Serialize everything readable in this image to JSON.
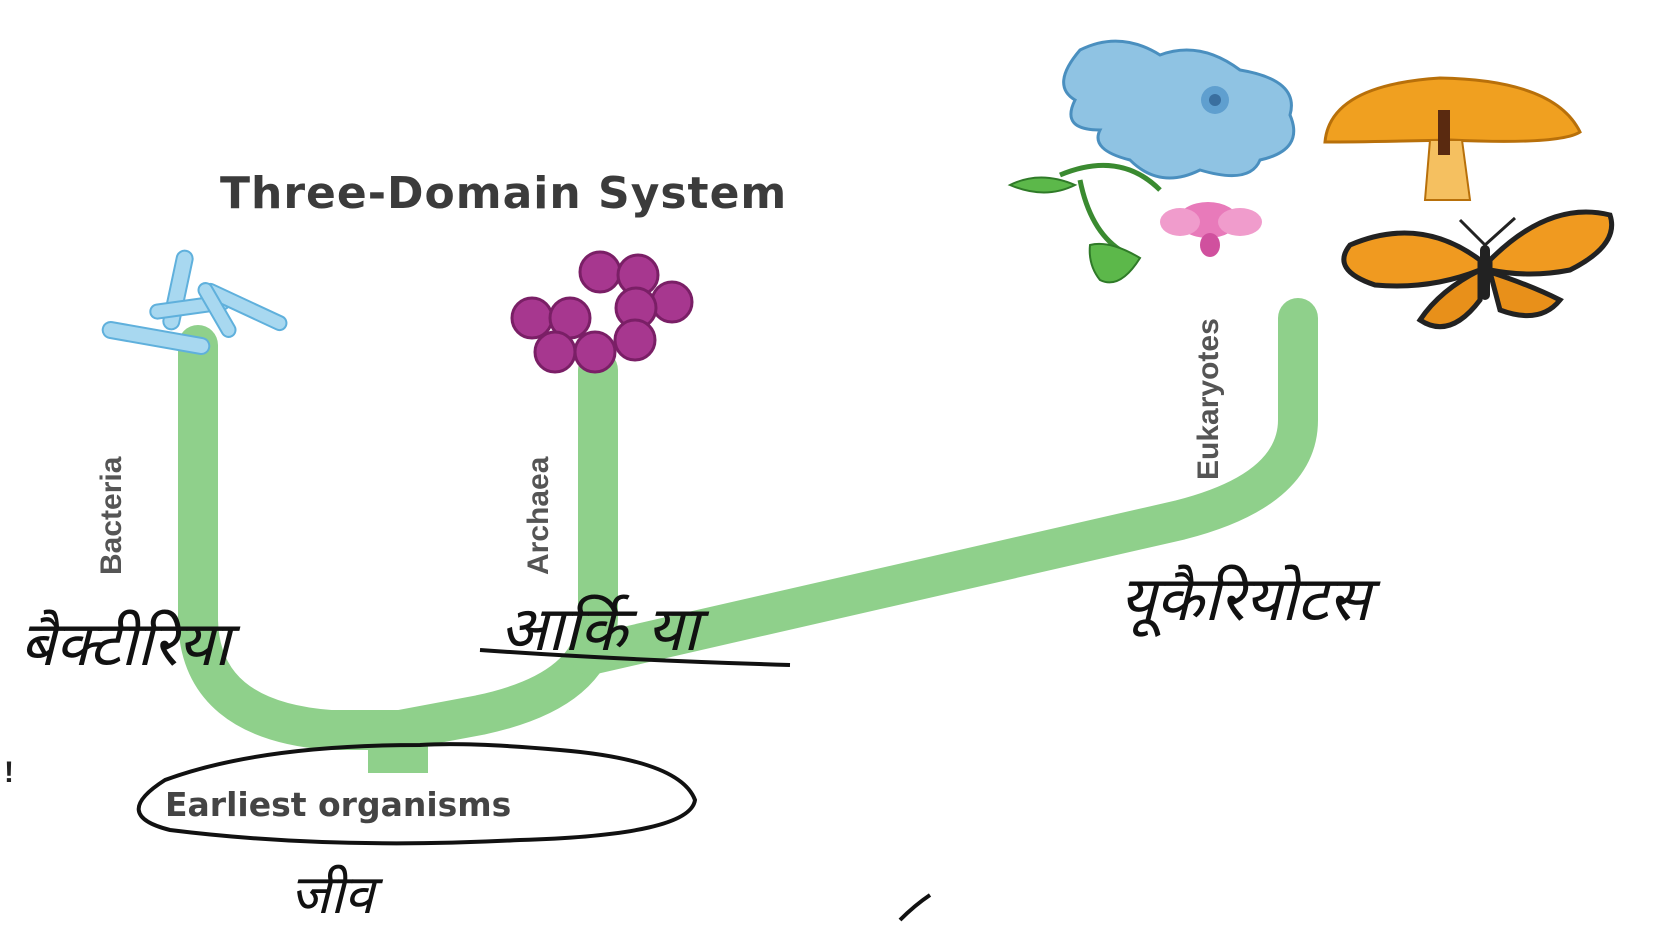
{
  "diagram": {
    "title": "Three-Domain System",
    "root_label": "Earliest organisms",
    "domains": [
      {
        "label": "Bacteria"
      },
      {
        "label": "Archaea"
      },
      {
        "label": "Eukaryotes"
      }
    ],
    "colors": {
      "branch": "#8fd08b",
      "ink": "#111111",
      "label": "#555555"
    }
  },
  "annotations": {
    "bacteria_hindi": "बैक्टीरिया",
    "archaea_hindi": "आर्कि या",
    "eukaryotes_hindi": "यूकैरियोटस",
    "root_hindi": "जीव"
  },
  "icons": [
    "bacteria-rods-icon",
    "archaea-cocci-icon",
    "amoeba-icon",
    "mushroom-icon",
    "plant-flower-icon",
    "butterfly-icon"
  ]
}
